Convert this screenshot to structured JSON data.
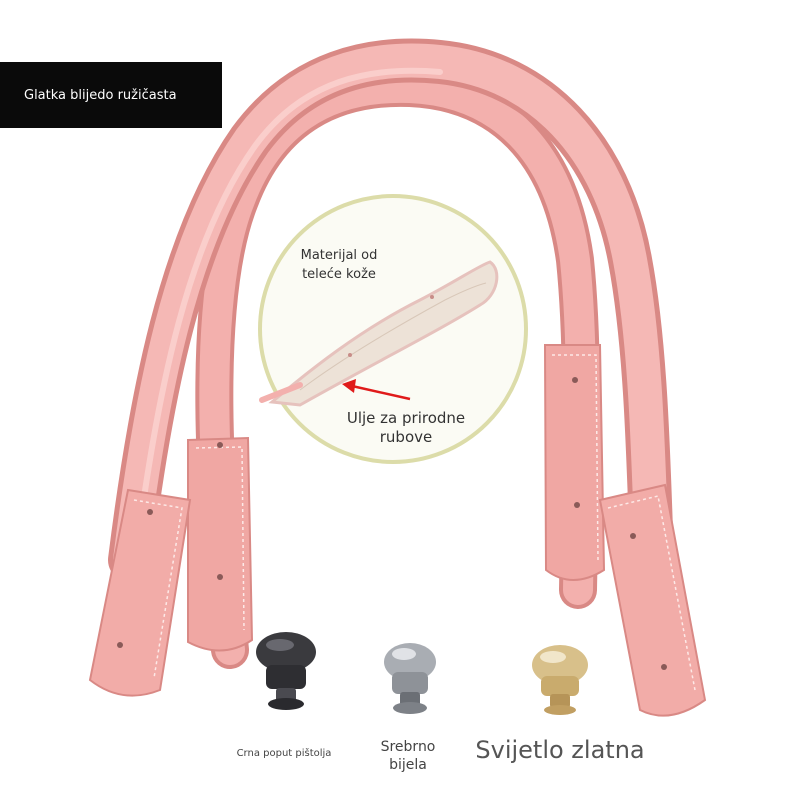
{
  "product": {
    "color_label": "Glatka blijedo ružičasta",
    "inset": {
      "material_label": "Materijal od teleće kože",
      "edge_label": "Ulje za prirodne rubove"
    },
    "rivets": [
      {
        "name": "Crna poput pištolja",
        "color": "#3a3a3e"
      },
      {
        "name": "Srebrno bijela",
        "color": "#a9adb3"
      },
      {
        "name": "Svijetlo zlatna",
        "color": "#d8c08a"
      }
    ]
  },
  "colors": {
    "strap": "#f3b0ad",
    "strap_shadow": "#d98985",
    "stitch": "#fde9e7",
    "inset_border": "#dcdca9",
    "arrow": "#e01a1a"
  }
}
